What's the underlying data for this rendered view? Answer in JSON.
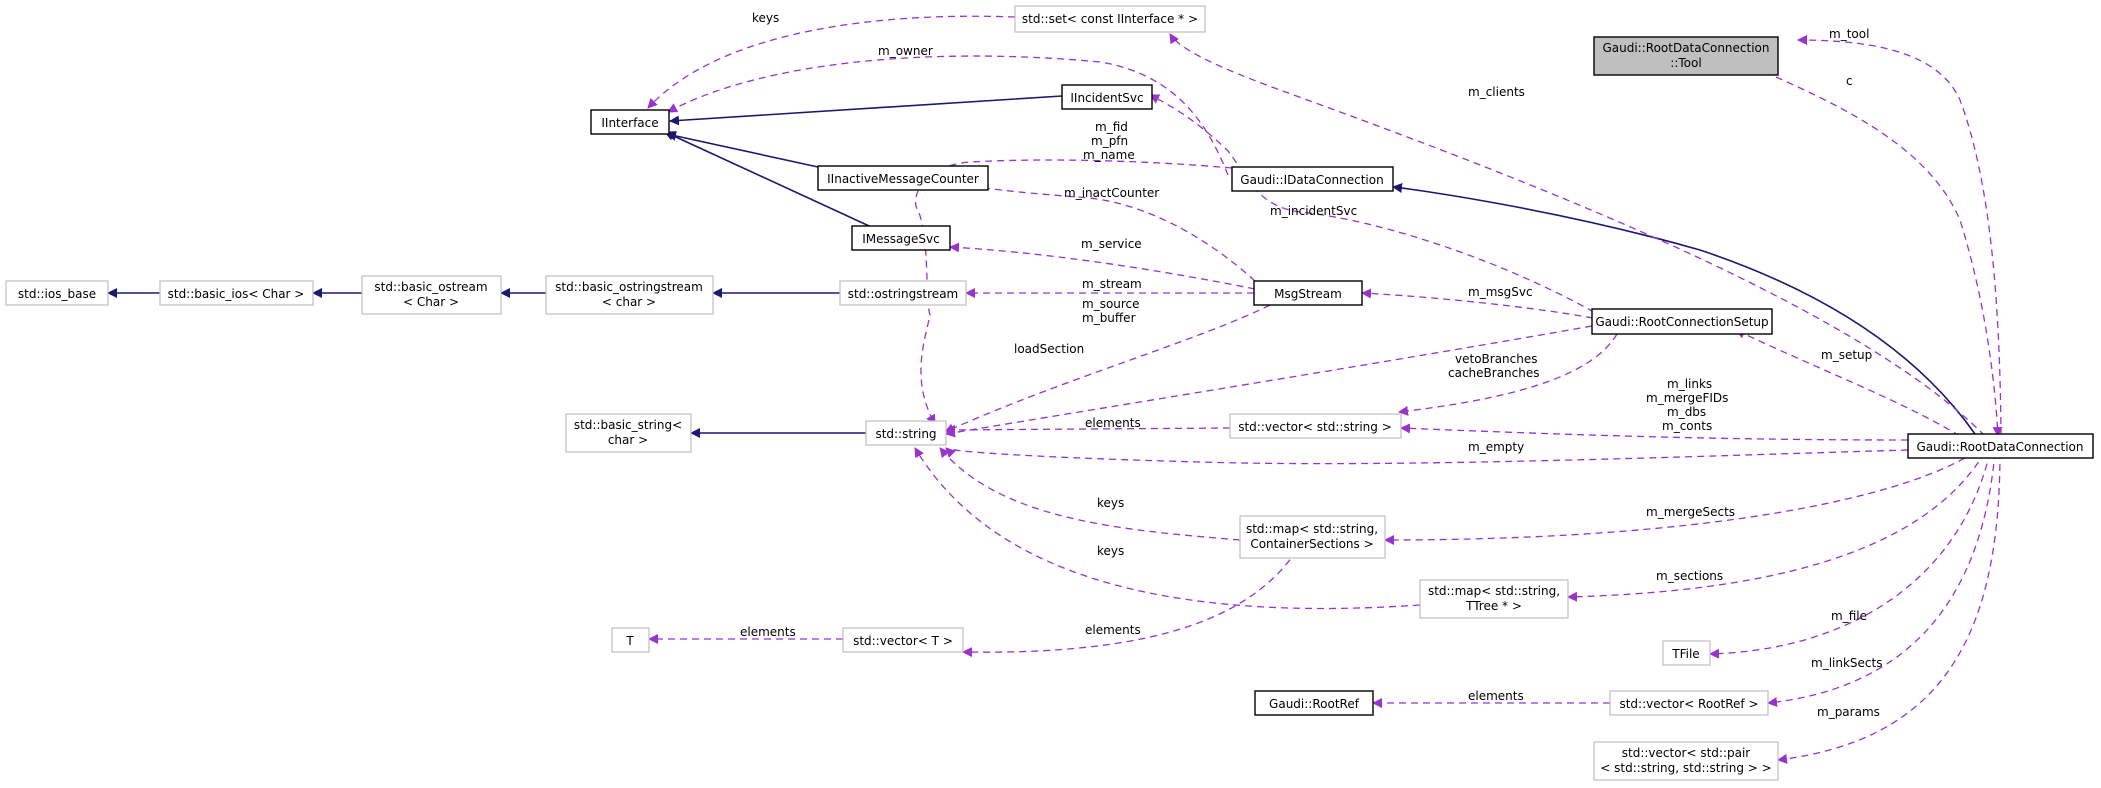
{
  "diagram": {
    "nodes": {
      "set_iinterface": "std::set< const IInterface * >",
      "tool_l1": "Gaudi::RootDataConnection",
      "tool_l2": "::Tool",
      "iinterface": "IInterface",
      "iincidentsvc": "IIncidentSvc",
      "idataconnection": "Gaudi::IDataConnection",
      "iinactive": "IInactiveMessageCounter",
      "imessagesvc": "IMessageSvc",
      "ios_base": "std::ios_base",
      "basic_ios": "std::basic_ios< Char >",
      "basic_ostream_l1": "std::basic_ostream",
      "basic_ostream_l2": "< Char >",
      "basic_ostringstream_l1": "std::basic_ostringstream",
      "basic_ostringstream_l2": "< char >",
      "ostringstream": "std::ostringstream",
      "msgstream": "MsgStream",
      "rootconnectionsetup": "Gaudi::RootConnectionSetup",
      "basic_string_l1": "std::basic_string<",
      "basic_string_l2": "char >",
      "string": "std::string",
      "vector_string": "std::vector< std::string >",
      "rootdataconnection": "Gaudi::RootDataConnection",
      "map_container_l1": "std::map< std::string,",
      "map_container_l2": "ContainerSections >",
      "map_ttree_l1": "std::map< std::string,",
      "map_ttree_l2": "TTree * >",
      "t": "T",
      "vector_t": "std::vector< T >",
      "tfile": "TFile",
      "rootref": "Gaudi::RootRef",
      "vector_rootref": "std::vector< RootRef >",
      "vector_pair_l1": "std::vector< std::pair",
      "vector_pair_l2": "< std::string, std::string > >"
    },
    "edge_labels": {
      "keys_set": "keys",
      "m_owner": "m_owner",
      "m_tool": "m_tool",
      "c": "c",
      "m_clients": "m_clients",
      "m_fid": "m_fid",
      "m_pfn": "m_pfn",
      "m_name": "m_name",
      "m_inactCounter": "m_inactCounter",
      "m_incidentSvc": "m_incidentSvc",
      "m_service": "m_service",
      "m_stream": "m_stream",
      "m_source": "m_source",
      "m_buffer": "m_buffer",
      "m_msgSvc": "m_msgSvc",
      "loadSection": "loadSection",
      "vetoBranches": "vetoBranches",
      "cacheBranches": "cacheBranches",
      "m_setup": "m_setup",
      "m_links": "m_links",
      "m_mergeFIDs": "m_mergeFIDs",
      "m_dbs": "m_dbs",
      "m_conts": "m_conts",
      "elements_vs": "elements",
      "m_empty": "m_empty",
      "keys_map1": "keys",
      "m_mergeSects": "m_mergeSects",
      "keys_map2": "keys",
      "m_sections": "m_sections",
      "elements_vt": "elements",
      "elements_t": "elements",
      "m_file": "m_file",
      "m_linkSects": "m_linkSects",
      "elements_rr": "elements",
      "m_params": "m_params"
    },
    "colors": {
      "inheritance": "#191970",
      "usage": "#9a32cd",
      "selected_fill": "#bfbfbf",
      "undocumented_border": "#bfbfbf"
    }
  }
}
